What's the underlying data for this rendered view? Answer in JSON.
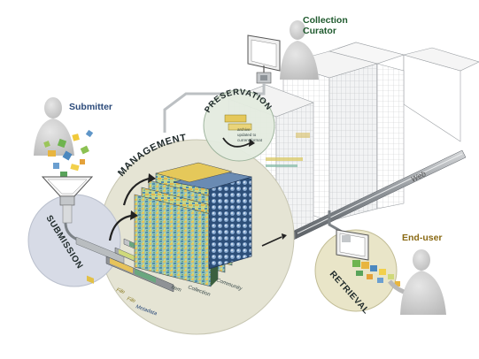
{
  "roles": {
    "submitter": "Submitter",
    "curator_line1": "Collection",
    "curator_line2": "Curator",
    "end_user": "End-user"
  },
  "stages": {
    "submission": "SUBMISSION",
    "management": "MANAGEMENT",
    "preservation": "PRESERVATION",
    "retrieval": "RETRIEVAL"
  },
  "preservation_note": {
    "line1": "archive",
    "line2": "updated to",
    "line3": "current format"
  },
  "hierarchy": {
    "file_1": "File",
    "file_2": "File",
    "metadata": "Metadata",
    "item": "Item",
    "collection": "Collection",
    "community": "Community"
  },
  "network": {
    "web": "Web"
  },
  "colors": {
    "submitter_label": "#2b4a7a",
    "curator_label": "#1f5a2e",
    "end_user_label": "#8a6a14",
    "circle_fill": "#e5e4d4",
    "submission_circle": "#d7dbe6",
    "retrieval_circle": "#e9e5c8",
    "preservation_circle": "#e4ece0"
  }
}
